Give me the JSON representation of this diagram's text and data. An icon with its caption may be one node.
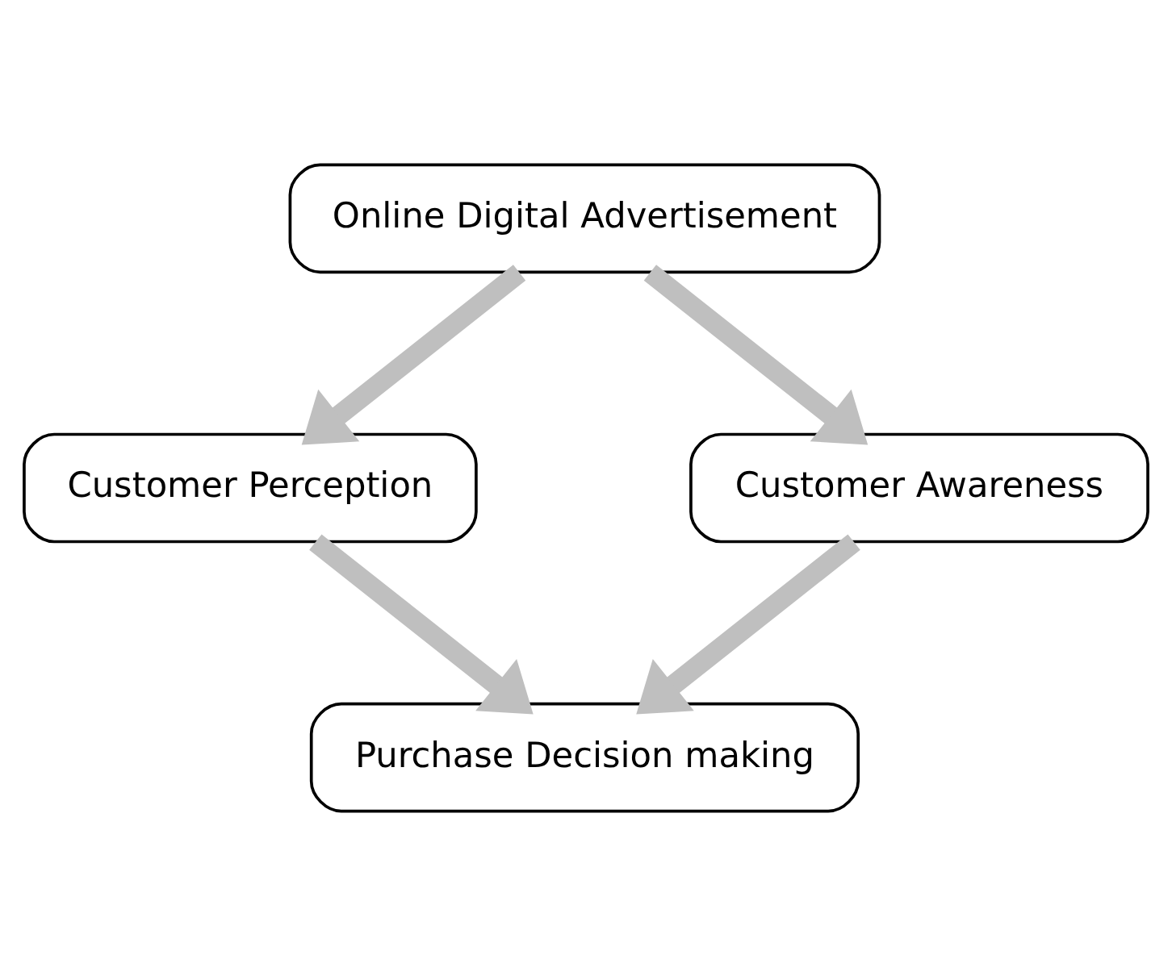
{
  "diagram": {
    "nodes": [
      {
        "text": [
          "Online Digital Advertisement"
        ]
      },
      {
        "text": [
          "Customer Perception"
        ]
      },
      {
        "text": [
          "Customer Awareness"
        ]
      },
      {
        "text": [
          "Purchase Decision making"
        ]
      }
    ],
    "edges": [
      {
        "from": 0,
        "to": 1,
        "arrow": "to"
      },
      {
        "from": 0,
        "to": 2,
        "arrow": "to"
      },
      {
        "from": 1,
        "to": 3,
        "arrow": "to"
      },
      {
        "from": 2,
        "to": 3,
        "arrow": "to"
      }
    ]
  }
}
